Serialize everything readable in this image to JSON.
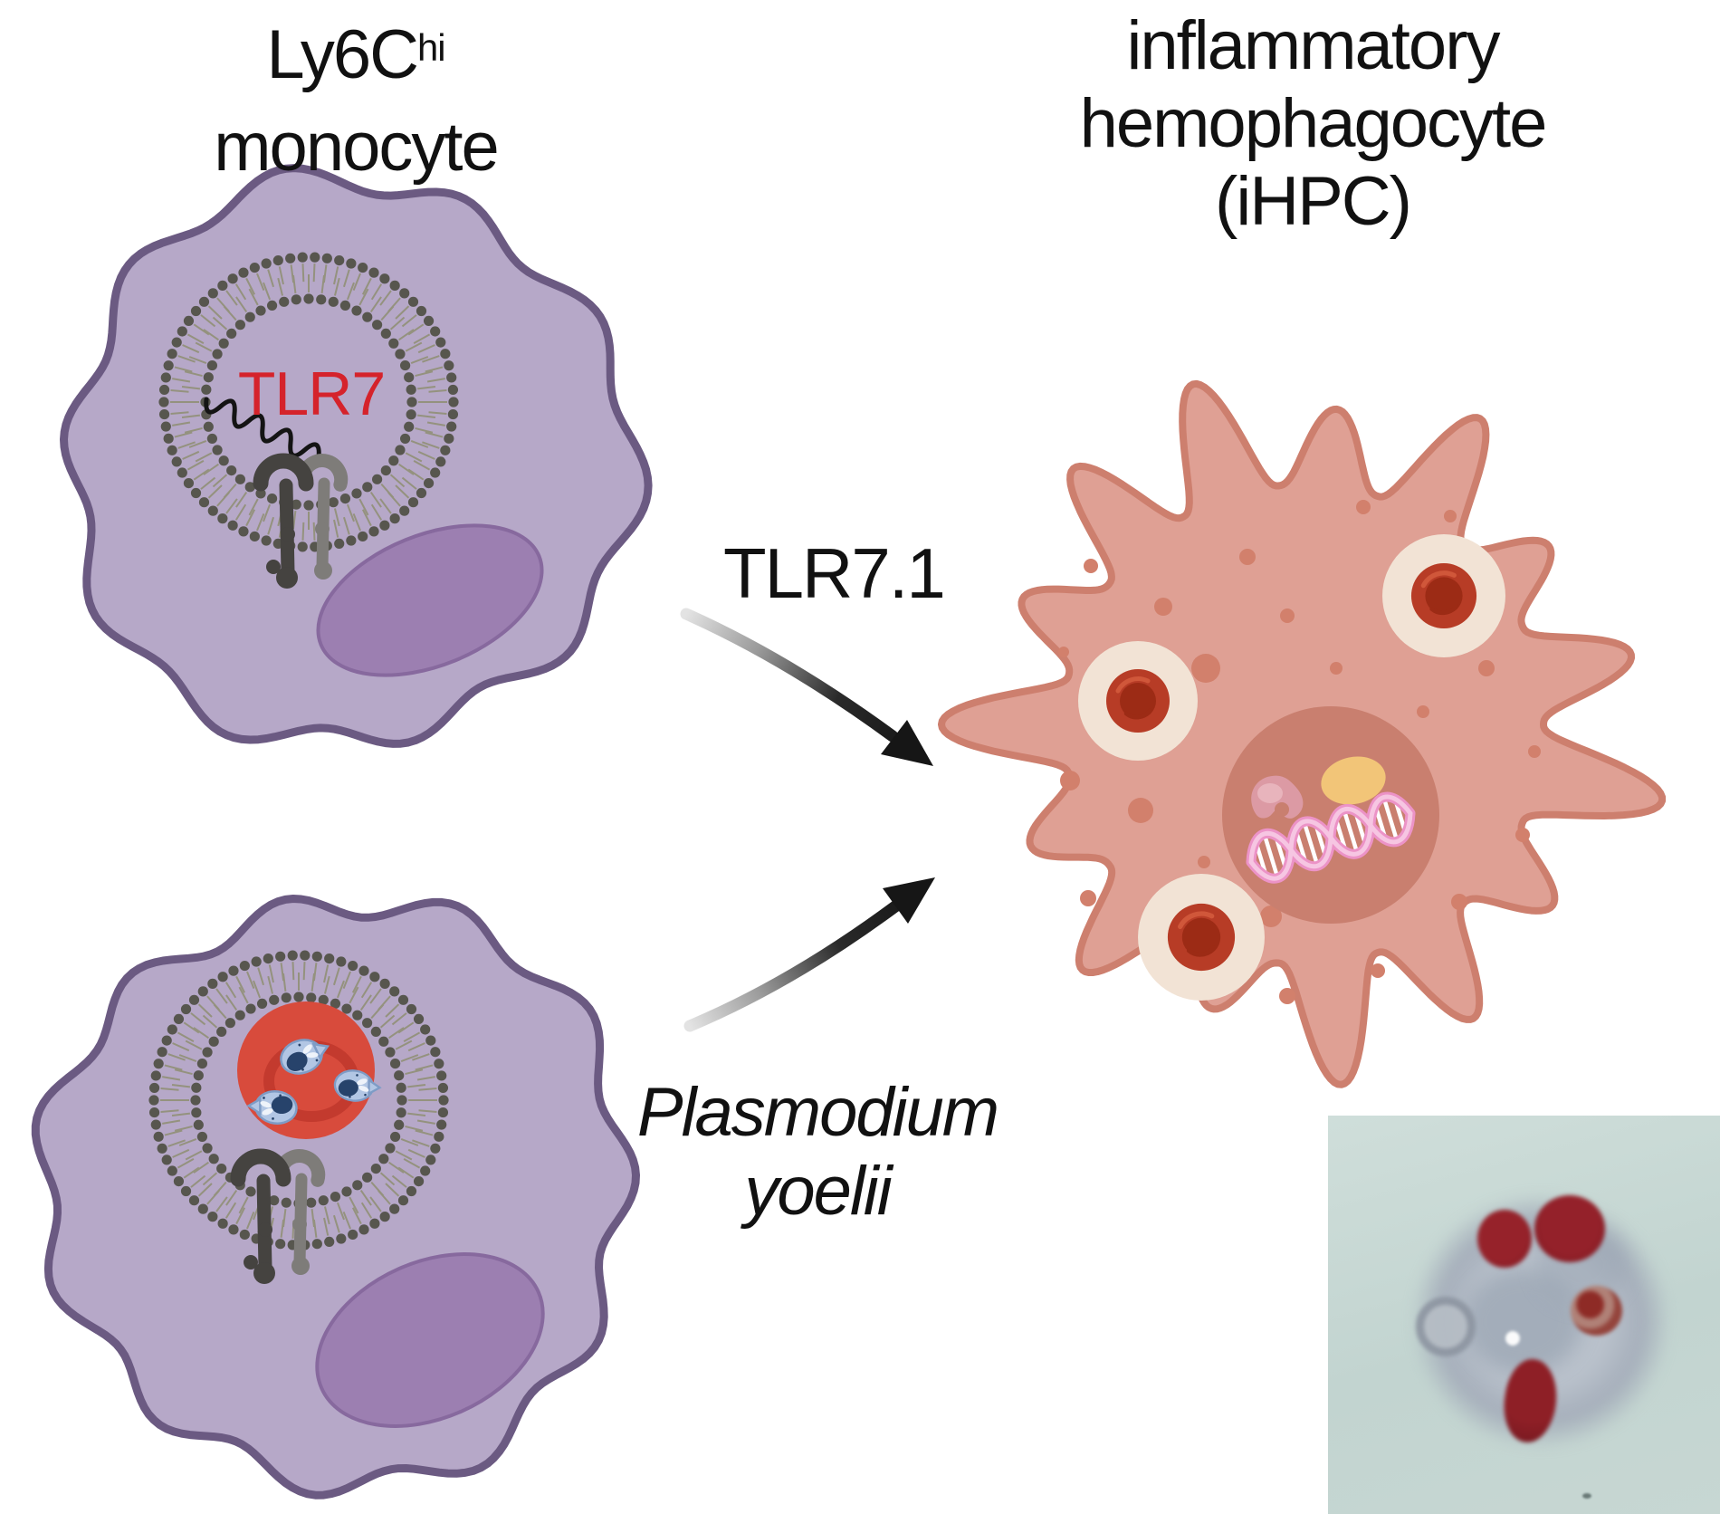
{
  "title_left": {
    "gene": "Ly6C",
    "superscript": "hi",
    "line2": "monocyte"
  },
  "title_right": {
    "lines": [
      "inflammatory",
      "hemophagocyte",
      "(iHPC)"
    ]
  },
  "labels": {
    "arrow_top": "TLR7.1",
    "arrow_bottom_line1": "Plasmodium",
    "arrow_bottom_line2": "yoelii",
    "endosome_receptor": "TLR7"
  },
  "colors": {
    "monocyte_fill": "#b6a8c8",
    "monocyte_stroke": "#6b5a82",
    "mono_nucleus_fill": "#9c7fb1",
    "mono_nucleus_stroke": "#87699e",
    "membrane_dot": "#57564e",
    "membrane_tail": "#94927e",
    "receptor_dark": "#454340",
    "receptor_light": "#7e7c79",
    "tlr7_text": "#d5232b",
    "rna": "#141414",
    "rbc_fill": "#d84b3c",
    "rbc_ring": "#c33a2e",
    "parasite_fill": "#b2c6e4",
    "parasite_stroke": "#7e9cc6",
    "parasite_nucleus": "#27436b",
    "parasite_white": "#eef3fa",
    "ihpc_fill": "#dfa094",
    "ihpc_stroke": "#cd7f6e",
    "ihpc_nucleus": "#c97f6f",
    "ihpc_dot": "#d2806c",
    "phago_ring": "#f2e3d5",
    "phago_rbc": "#b73c26",
    "phago_rbc_dark": "#9c2b15",
    "phago_rbc_hl": "#d0573a",
    "dna_stroke": "#ec93c7",
    "dna_strand": "#f6c6e2",
    "organelle_yellow": "#f2c578",
    "organelle_pink": "#dc9aa4",
    "organelle_pink_light": "#e8b4bc",
    "arrow_dark": "#161616",
    "arrow_light": "#e3e3e3",
    "micrograph_bg": "#c8d8d4",
    "micrograph_cell": "#aab3bf",
    "micrograph_rbc": "#8e2026"
  }
}
